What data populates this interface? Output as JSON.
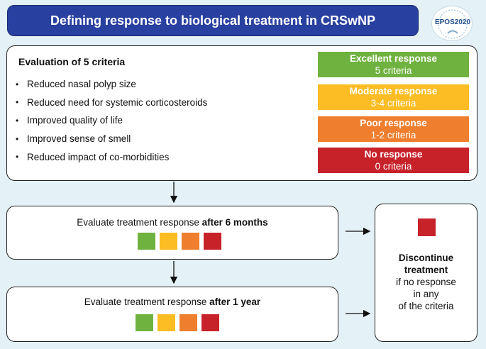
{
  "title": "Defining response to biological treatment in CRSwNP",
  "logo": {
    "text": "EPOS2020"
  },
  "colors": {
    "excellent": "#6fb23f",
    "moderate": "#fbbd23",
    "poor": "#ef7e2e",
    "none": "#c7222a",
    "title_bg": "#2840a0",
    "background": "#e4f1f6"
  },
  "evaluation": {
    "heading": "Evaluation of 5 criteria",
    "criteria": [
      "Reduced nasal polyp size",
      "Reduced need for systemic corticosteroids",
      "Improved quality of life",
      "Improved sense of smell",
      "Reduced impact of co-morbidities"
    ]
  },
  "responses": [
    {
      "label": "Excellent response",
      "detail": "5 criteria"
    },
    {
      "label": "Moderate response",
      "detail": "3-4 criteria"
    },
    {
      "label": "Poor response",
      "detail": "1-2 criteria"
    },
    {
      "label": "No response",
      "detail": "0 criteria"
    }
  ],
  "step1": {
    "prefix": "Evaluate treatment response ",
    "bold": "after 6 months"
  },
  "step2": {
    "prefix": "Evaluate treatment response ",
    "bold": "after 1 year"
  },
  "discontinue": {
    "title_line1": "Discontinue",
    "title_line2": "treatment",
    "line1": "if no response",
    "line2": "in any",
    "line3": "of the criteria"
  }
}
